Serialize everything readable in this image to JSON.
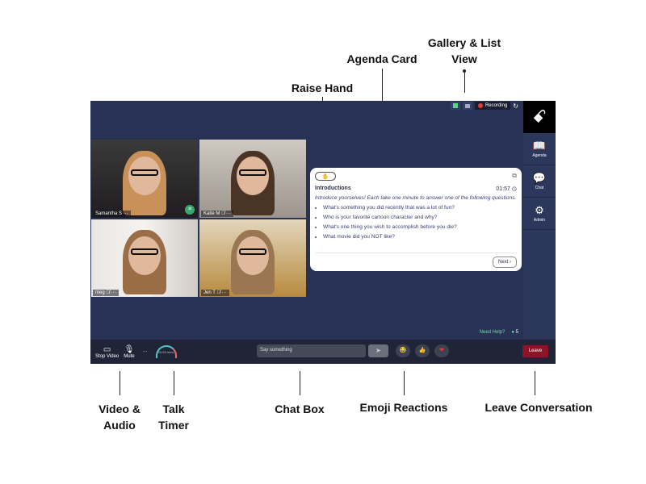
{
  "annotations": {
    "gallery": "Gallery & List View",
    "agenda": "Agenda Card",
    "raise": "Raise Hand",
    "video": "Video & Audio",
    "timer": "Talk Timer",
    "chat": "Chat Box",
    "emoji": "Emoji Reactions",
    "leave": "Leave Conversation"
  },
  "top": {
    "recording": "Recording",
    "refresh_icon": "↻"
  },
  "sidebar": {
    "items": [
      {
        "label": "Agenda",
        "icon": "📖"
      },
      {
        "label": "Chat",
        "icon": "💬"
      },
      {
        "label": "Admin",
        "icon": "⚙"
      }
    ]
  },
  "participants": [
    {
      "name": "Samantha S ···"
    },
    {
      "name": "Katie M 🎙̸ ···"
    },
    {
      "name": "meg 🎙̸ ···"
    },
    {
      "name": "Jen T 🎙̸ ···"
    }
  ],
  "card": {
    "hand": "✋",
    "title": "Introductions",
    "time": "01:57",
    "intro": "Introduce yourselves!  Each take one minute to answer one of the following questions.",
    "questions": [
      "What's something you did recently that was a lot of fun?",
      "Who is your favorite cartoon character and why?",
      "What's one thing you wish to accomplish before you die?",
      "What movie did you NOT like?"
    ],
    "next": "Next ›"
  },
  "help": {
    "label": "Need Help?",
    "count": "5"
  },
  "bottom": {
    "stop_video": "Stop Video",
    "mute": "Mute",
    "more": "···",
    "timer": "00:59 mins",
    "chat_placeholder": "Say something",
    "send": "➤",
    "emojis": [
      "😂",
      "👍",
      "❤"
    ],
    "leave": "Leave"
  }
}
